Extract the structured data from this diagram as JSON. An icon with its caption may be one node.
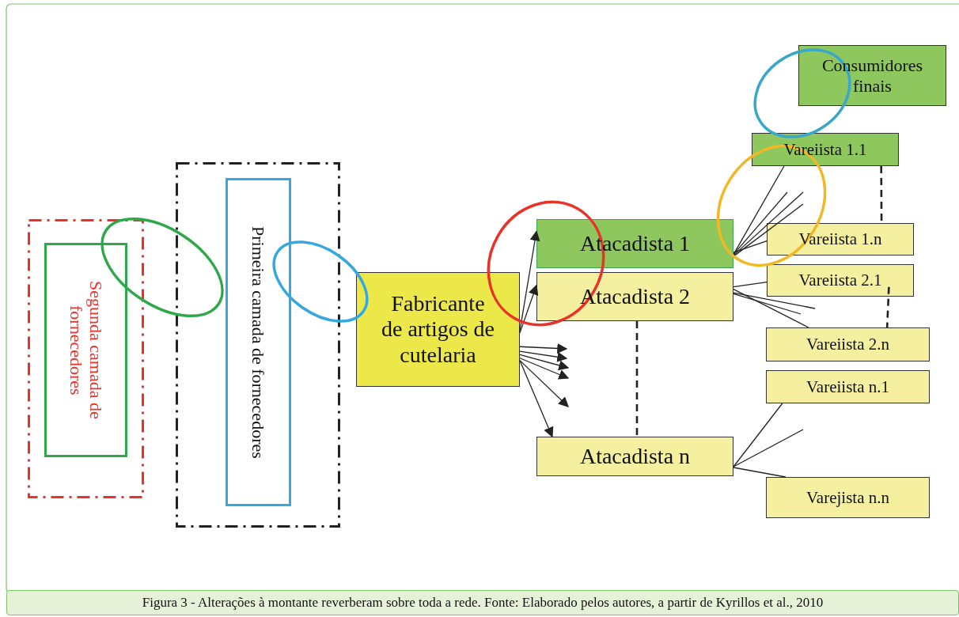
{
  "diagram": {
    "caption": "Figura 3 - Alterações à montante reverberam sobre toda a rede. Fonte: Elaborado pelos autores, a partir de Kyrillos et al., 2010",
    "nodes": [
      {
        "text": [],
        "shape": "box"
      },
      {
        "text": [
          "Segunda camada de fornecedores"
        ],
        "in": 0
      },
      {
        "text": [],
        "shape": "box"
      },
      {
        "text": [
          "Primeira camada de fornecedores"
        ],
        "in": 2
      },
      {
        "text": [
          "Fabricante de artigos de cutelaria"
        ]
      },
      {
        "text": [
          "Consumidores finais"
        ]
      },
      {
        "text": [
          "Vareiista 1.1"
        ]
      },
      {
        "text": [
          "Atacadista 1"
        ]
      },
      {
        "text": [
          "Vareiista 1.n"
        ]
      },
      {
        "text": [
          "Atacadista 2"
        ]
      },
      {
        "text": [
          "Vareiista 2.1"
        ]
      },
      {
        "text": [
          "Vareiista 2.n"
        ]
      },
      {
        "text": [
          "Vareiista n.1"
        ]
      },
      {
        "text": [
          "Atacadista n"
        ]
      },
      {
        "text": [
          "Varejista n.n"
        ]
      }
    ],
    "edges": [
      {
        "from": 4,
        "to": 7,
        "arrow": "to"
      },
      {
        "from": 4,
        "to": 9,
        "arrow": "to"
      },
      {
        "from": 4,
        "to": null,
        "arrow": "to"
      },
      {
        "from": 4,
        "to": null,
        "arrow": "to"
      },
      {
        "from": 4,
        "to": null,
        "arrow": "to"
      },
      {
        "from": 4,
        "to": null,
        "arrow": "to"
      },
      {
        "from": 4,
        "to": null,
        "arrow": "to"
      },
      {
        "from": 4,
        "to": 13,
        "arrow": "to"
      },
      {
        "from": 7,
        "to": 6,
        "arrow": "none"
      },
      {
        "from": 7,
        "to": null,
        "arrow": "none"
      },
      {
        "from": 7,
        "to": null,
        "arrow": "none"
      },
      {
        "from": 7,
        "to": null,
        "arrow": "none"
      },
      {
        "from": 7,
        "to": 8,
        "arrow": "none"
      },
      {
        "from": 9,
        "to": 10,
        "arrow": "none"
      },
      {
        "from": 9,
        "to": null,
        "arrow": "none"
      },
      {
        "from": 9,
        "to": null,
        "arrow": "none"
      },
      {
        "from": 9,
        "to": 11,
        "arrow": "none"
      },
      {
        "from": 13,
        "to": 12,
        "arrow": "none"
      },
      {
        "from": 13,
        "to": null,
        "arrow": "none"
      },
      {
        "from": 13,
        "to": 14,
        "arrow": "none"
      },
      {
        "from": 9,
        "to": 13,
        "arrow": "none",
        "style": "dashed"
      },
      {
        "from": 6,
        "to": 8,
        "arrow": "none",
        "style": "dashed"
      },
      {
        "from": 10,
        "to": 11,
        "arrow": "none",
        "style": "dashed"
      }
    ]
  }
}
